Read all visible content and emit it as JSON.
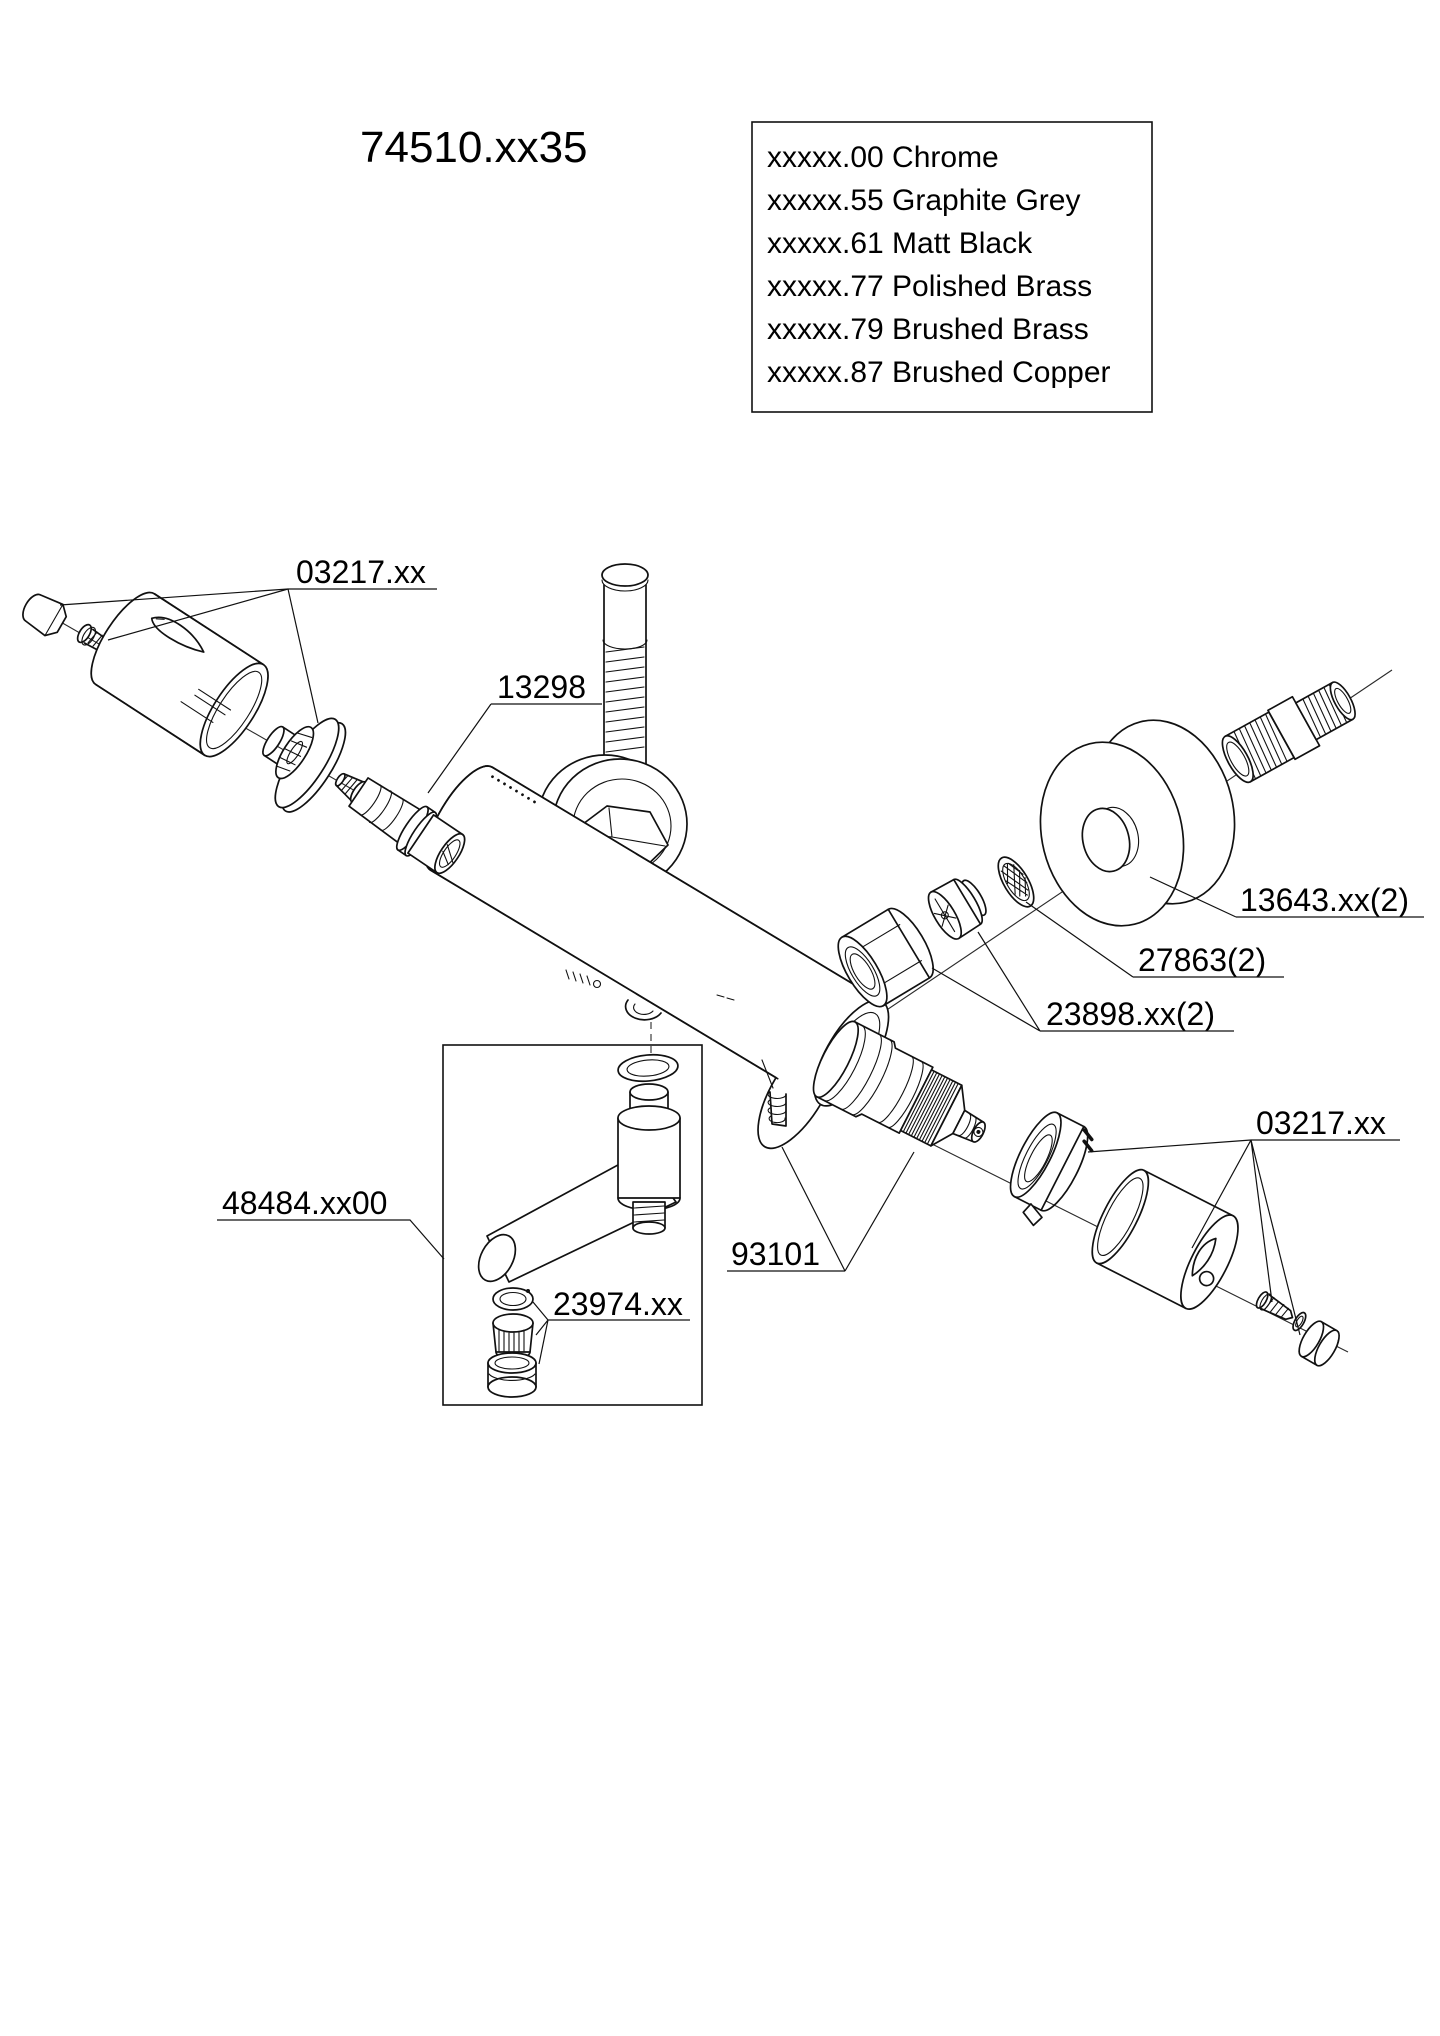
{
  "title": "74510.xx35",
  "legend": {
    "items": [
      "xxxxx.00 Chrome",
      "xxxxx.55 Graphite Grey",
      "xxxxx.61 Matt Black",
      "xxxxx.77 Polished Brass",
      "xxxxx.79 Brushed Brass",
      "xxxxx.87 Brushed Copper"
    ]
  },
  "labels": {
    "handle_kit_top": "03217.xx",
    "ceramic_cartridge": "13298",
    "wall_rosette": "13643.xx(2)",
    "filter_seal": "27863(2)",
    "union_nut": "23898.xx(2)",
    "spout_assembly": "48484.xx00",
    "aerator": "23974.xx",
    "thermostat_cartridge": "93101",
    "handle_kit_bottom": "03217.xx"
  }
}
